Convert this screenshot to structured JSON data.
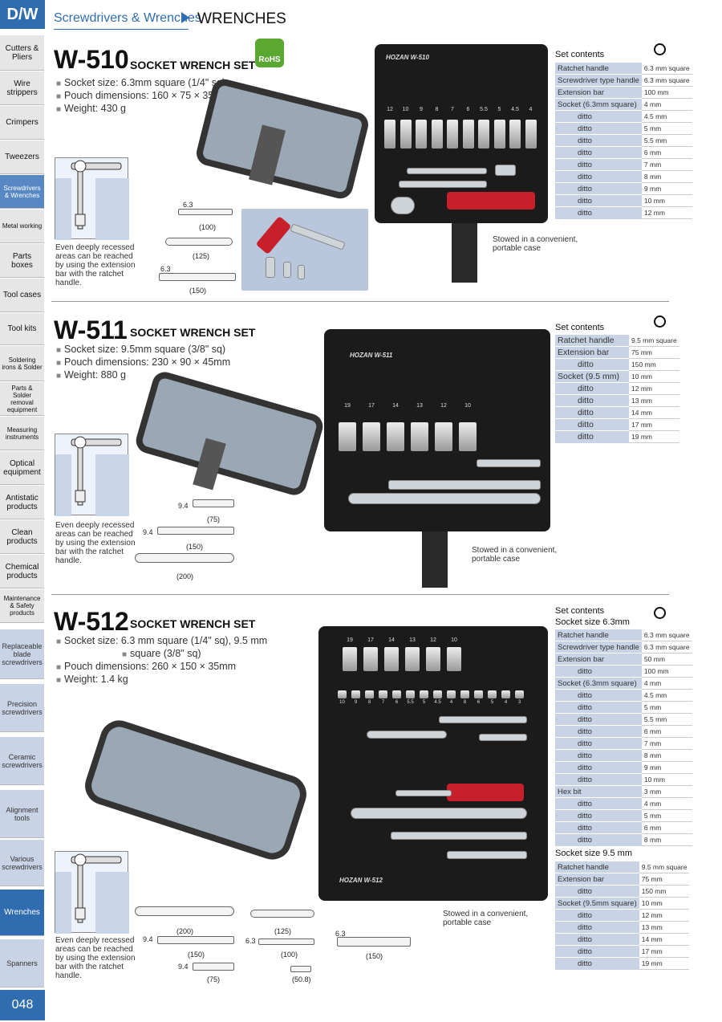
{
  "header": {
    "badge": "D/W",
    "breadcrumb": "Screwdrivers & Wrenches",
    "current": "WRENCHES"
  },
  "sidebar": {
    "items": [
      "Cutters & Pliers",
      "Wire strippers",
      "Crimpers",
      "Tweezers",
      "Screwdrivers & Wrenches",
      "Metal working",
      "Parts boxes",
      "Tool cases",
      "Tool kits",
      "Soldering irons & Solder",
      "Parts & Solder removal equipment",
      "Measuring instruments",
      "Optical equipment",
      "Antistatic products",
      "Clean products",
      "Chemical products",
      "Maintenance & Safety products"
    ],
    "sub_items": [
      "Replaceable blade screwdrivers",
      "Precision screwdrivers",
      "Ceramic screwdrivers",
      "Alignment tools",
      "Various screwdrivers",
      "Wrenches",
      "Spanners"
    ],
    "page_number": "048"
  },
  "rohs": "RoHS",
  "recess_note": "Even deeply recessed areas can be reached by using the extension bar with the ratchet handle.",
  "stowed_note": "Stowed in a convenient, portable case",
  "set_contents_label": "Set contents",
  "w510": {
    "model": "W-510",
    "title": "SOCKET WRENCH SET",
    "specs": [
      "Socket size: 6.3mm square (1/4\" sq)",
      "Pouch dimensions: 160 × 75 × 35mm",
      "Weight: 430 g"
    ],
    "brand": "HOZAN W-510",
    "socket_labels": [
      "12",
      "10",
      "9",
      "8",
      "7",
      "6",
      "5.5",
      "5",
      "4.5",
      "4"
    ],
    "dims": [
      "6.3",
      "(100)",
      "(125)",
      "6.3",
      "(150)"
    ],
    "rows": [
      [
        "Ratchet handle",
        "6.3 mm square"
      ],
      [
        "Screwdriver type handle",
        "6.3 mm square"
      ],
      [
        "Extension bar",
        "100 mm"
      ],
      [
        "Socket (6.3mm square)",
        "4 mm"
      ],
      [
        "ditto",
        "4.5 mm"
      ],
      [
        "ditto",
        "5 mm"
      ],
      [
        "ditto",
        "5.5 mm"
      ],
      [
        "ditto",
        "6 mm"
      ],
      [
        "ditto",
        "7 mm"
      ],
      [
        "ditto",
        "8 mm"
      ],
      [
        "ditto",
        "9 mm"
      ],
      [
        "ditto",
        "10 mm"
      ],
      [
        "ditto",
        "12 mm"
      ]
    ]
  },
  "w511": {
    "model": "W-511",
    "title": "SOCKET WRENCH SET",
    "specs": [
      "Socket size: 9.5mm square (3/8\" sq)",
      "Pouch dimensions: 230 × 90 × 45mm",
      "Weight: 880 g"
    ],
    "brand": "HOZAN W-511",
    "socket_labels": [
      "19",
      "17",
      "14",
      "13",
      "12",
      "10"
    ],
    "dims": [
      "9.4",
      "(75)",
      "9.4",
      "(150)",
      "(200)"
    ],
    "rows": [
      [
        "Ratchet handle",
        "9.5 mm square"
      ],
      [
        "Extension bar",
        "75 mm"
      ],
      [
        "ditto",
        "150 mm"
      ],
      [
        "Socket (9.5 mm)",
        "10 mm"
      ],
      [
        "ditto",
        "12 mm"
      ],
      [
        "ditto",
        "13 mm"
      ],
      [
        "ditto",
        "14 mm"
      ],
      [
        "ditto",
        "17 mm"
      ],
      [
        "ditto",
        "19 mm"
      ]
    ]
  },
  "w512": {
    "model": "W-512",
    "title": "SOCKET WRENCH SET",
    "specs": [
      "Socket size: 6.3 mm square (1/4\" sq), 9.5 mm",
      "square (3/8\" sq)",
      "Pouch dimensions: 260 × 150 × 35mm",
      "Weight: 1.4 kg"
    ],
    "brand": "HOZAN W-512",
    "socket_labels_top": [
      "19",
      "17",
      "14",
      "13",
      "12",
      "10"
    ],
    "socket_labels_small": [
      "10",
      "9",
      "8",
      "7",
      "6",
      "5.5",
      "5",
      "4.5",
      "4",
      "8",
      "6",
      "5",
      "4",
      "3"
    ],
    "dims": [
      "(200)",
      "9.4",
      "(150)",
      "9.4",
      "(75)",
      "(125)",
      "6.3",
      "(100)",
      "(50.8)",
      "6.3",
      "(150)"
    ],
    "size_a": "Socket size 6.3mm",
    "rows_a": [
      [
        "Ratchet handle",
        "6.3 mm square"
      ],
      [
        "Screwdriver type handle",
        "6.3 mm square"
      ],
      [
        "Extension bar",
        "50 mm"
      ],
      [
        "ditto",
        "100 mm"
      ],
      [
        "Socket (6.3mm square)",
        "4 mm"
      ],
      [
        "ditto",
        "4.5 mm"
      ],
      [
        "ditto",
        "5 mm"
      ],
      [
        "ditto",
        "5.5 mm"
      ],
      [
        "ditto",
        "6 mm"
      ],
      [
        "ditto",
        "7 mm"
      ],
      [
        "ditto",
        "8 mm"
      ],
      [
        "ditto",
        "9 mm"
      ],
      [
        "ditto",
        "10 mm"
      ],
      [
        "Hex bit",
        "3 mm"
      ],
      [
        "ditto",
        "4 mm"
      ],
      [
        "ditto",
        "5 mm"
      ],
      [
        "ditto",
        "6 mm"
      ],
      [
        "ditto",
        "8 mm"
      ]
    ],
    "size_b": "Socket size 9.5 mm",
    "rows_b": [
      [
        "Ratchet handle",
        "9.5 mm square"
      ],
      [
        "Extension bar",
        "75 mm"
      ],
      [
        "ditto",
        "150 mm"
      ],
      [
        "Socket (9.5mm square)",
        "10 mm"
      ],
      [
        "ditto",
        "12 mm"
      ],
      [
        "ditto",
        "13 mm"
      ],
      [
        "ditto",
        "14 mm"
      ],
      [
        "ditto",
        "17 mm"
      ],
      [
        "ditto",
        "19 mm"
      ]
    ]
  }
}
